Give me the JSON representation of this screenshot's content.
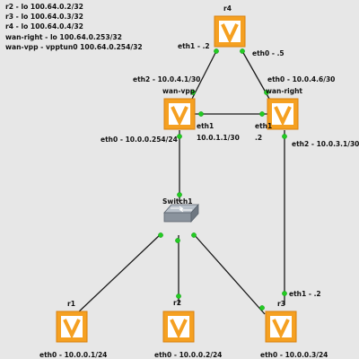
{
  "legend": [
    "r2 - lo 100.64.0.2/32",
    "r3 - lo 100.64.0.3/32",
    "r4 - lo 100.64.0.4/32",
    "wan-right - lo 100.64.0.253/32",
    "wan-vpp - vpptun0 100.64.0.254/32"
  ],
  "nodes": {
    "r4": {
      "name": "r4",
      "icon": "vpp-router-icon"
    },
    "wan_vpp": {
      "name": "wan-vpp",
      "icon": "vpp-router-icon"
    },
    "wan_right": {
      "name": "wan-right",
      "icon": "vpp-router-icon"
    },
    "switch1": {
      "name": "Switch1",
      "icon": "switch-icon"
    },
    "r1": {
      "name": "r1",
      "icon": "vpp-router-icon"
    },
    "r2": {
      "name": "r2",
      "icon": "vpp-router-icon"
    },
    "r3": {
      "name": "r3",
      "icon": "vpp-router-icon"
    }
  },
  "links": [
    {
      "from": "r4",
      "to": "wan-vpp",
      "from_label": "eth1 - .2",
      "to_label": "eth2 - 10.0.4.1/30"
    },
    {
      "from": "r4",
      "to": "wan-right",
      "from_label": "eth0 - .5",
      "to_label": "eth0 - 10.0.4.6/30"
    },
    {
      "from": "wan-vpp",
      "to": "wan-right",
      "from_label": "eth1",
      "from_label2": "10.0.1.1/30",
      "to_label": "eth1",
      "to_label2": ".2"
    },
    {
      "from": "wan-vpp",
      "to": "Switch1",
      "from_label": "eth0 - 10.0.0.254/24"
    },
    {
      "from": "wan-right",
      "to": "r3",
      "from_label": "eth2 - 10.0.3.1/30",
      "to_label": "eth1 - .2"
    },
    {
      "from": "Switch1",
      "to": "r1",
      "to_label": "eth0 - 10.0.0.1/24"
    },
    {
      "from": "Switch1",
      "to": "r2",
      "to_label": "eth0 - 10.0.0.2/24"
    },
    {
      "from": "Switch1",
      "to": "r3",
      "to_label": "eth0 - 10.0.0.3/24"
    }
  ],
  "colors": {
    "background": "#e7e7e7",
    "router_fill": "#f5a021",
    "router_inner": "#ffffff",
    "link": "#1a1a1a",
    "port": "#22cc22",
    "switch_fill": "#9aa3ad"
  }
}
